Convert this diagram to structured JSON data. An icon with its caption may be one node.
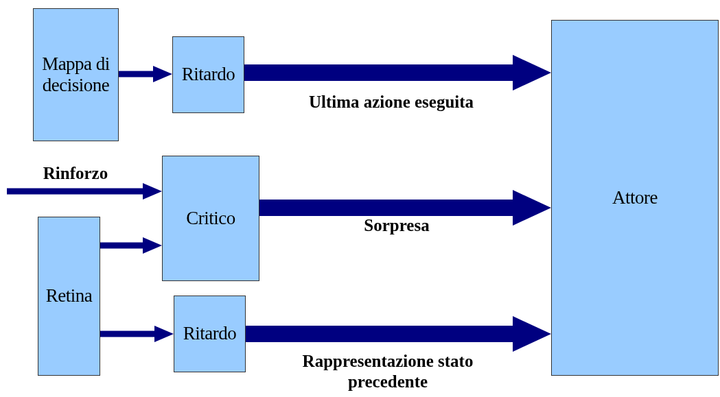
{
  "diagram": {
    "nodes": [
      {
        "text": [
          "Mappa di decisione"
        ]
      },
      {
        "text": [
          "Ritardo"
        ]
      },
      {
        "text": [
          "Critico"
        ]
      },
      {
        "text": [
          "Retina"
        ]
      },
      {
        "text": [
          "Ritardo"
        ]
      },
      {
        "text": [
          "Attore"
        ]
      }
    ],
    "edges": [
      {
        "from": 0,
        "to": 1,
        "arrow": "to"
      },
      {
        "from": 1,
        "to": 5,
        "arrow": "to",
        "label": "Ultima azione eseguita",
        "style": "thick"
      },
      {
        "from": null,
        "to": 2,
        "arrow": "to",
        "label": "Rinforzo"
      },
      {
        "from": 3,
        "to": 2,
        "arrow": "to"
      },
      {
        "from": 2,
        "to": 5,
        "arrow": "to",
        "label": "Sorpresa",
        "style": "thick"
      },
      {
        "from": 3,
        "to": 4,
        "arrow": "to"
      },
      {
        "from": 4,
        "to": 5,
        "arrow": "to",
        "label": "Rappresentazione stato precedente",
        "style": "thick"
      }
    ]
  }
}
